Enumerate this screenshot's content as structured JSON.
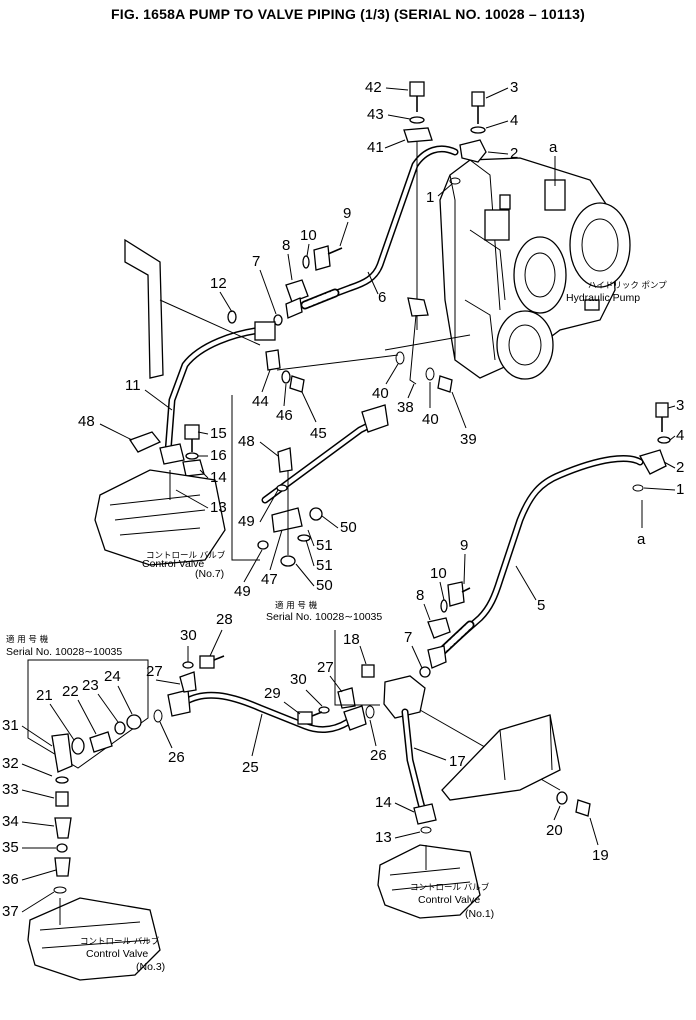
{
  "figure_title": "FIG. 1658A  PUMP TO VALVE PIPING (1/3) (SERIAL NO. 10028 – 10113)",
  "part_numbers": {
    "p42": "42",
    "p43": "43",
    "p41": "41",
    "p3a": "3",
    "p4a": "4",
    "p2a": "2",
    "p1a": "1",
    "p9a": "9",
    "p10a": "10",
    "p8a": "8",
    "p7a": "7",
    "p6": "6",
    "p12": "12",
    "p11": "11",
    "p48a": "48",
    "p15": "15",
    "p16": "16",
    "p14a": "14",
    "p13a": "13",
    "p44": "44",
    "p46": "46",
    "p45": "45",
    "p40a": "40",
    "p38": "38",
    "p40b": "40",
    "p39": "39",
    "p48b": "48",
    "p49a": "49",
    "p47": "47",
    "p49b": "49",
    "p50a": "50",
    "p51a": "51",
    "p51b": "51",
    "p50b": "50",
    "p3b": "3",
    "p4b": "4",
    "p2b": "2",
    "p1b": "1",
    "p9b": "9",
    "p10b": "10",
    "p8b": "8",
    "p7b": "7",
    "p5": "5",
    "p30a": "30",
    "p28": "28",
    "p27a": "27",
    "p26a": "26",
    "p25": "25",
    "p29": "29",
    "p30b": "30",
    "p27b": "27",
    "p26b": "26",
    "p18": "18",
    "p17": "17",
    "p14b": "14",
    "p13b": "13",
    "p20": "20",
    "p19": "19",
    "p21": "21",
    "p22": "22",
    "p23": "23",
    "p24": "24",
    "p31": "31",
    "p32": "32",
    "p33": "33",
    "p34": "34",
    "p35": "35",
    "p36": "36",
    "p37": "37"
  },
  "callouts": {
    "a_top": "a",
    "a_right": "a"
  },
  "labels": {
    "pump_jp": "ハイドリック ポンプ",
    "pump_en": "Hydraulic Pump",
    "cv7_jp": "コントロール バルブ",
    "cv7_en": "Control Valve",
    "cv7_no": "(No.7)",
    "cv1_jp": "コントロール バルブ",
    "cv1_en": "Control Valve",
    "cv1_no": "(No.1)",
    "cv3_jp": "コントロール バルブ",
    "cv3_en": "Control Valve",
    "cv3_no": "(No.3)",
    "serial_mid_jp": "適 用 号 機",
    "serial_mid_en": "Serial No. 10028∼10035",
    "serial_left_jp": "適 用 号 機",
    "serial_left_en": "Serial No. 10028∼10035"
  }
}
